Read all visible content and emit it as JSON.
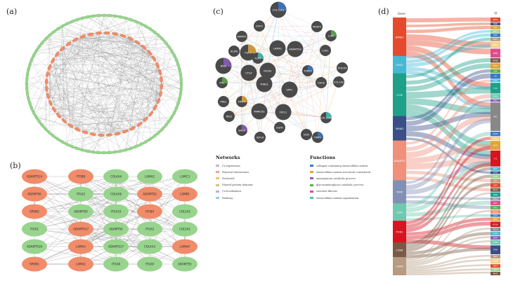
{
  "panels": {
    "a": {
      "label": "(a)"
    },
    "b": {
      "label": "(b)",
      "columns": [
        [
          "ADAMTS14",
          "ADAMTS6",
          "SPON2",
          "ITGA1",
          "ADAMTS16",
          "SPON1"
        ],
        [
          "ITGB8",
          "ITGA2",
          "ADAMTS9",
          "ADAMTS17",
          "LAMA3",
          "LAMA1"
        ],
        [
          "COL4A4",
          "COL4A6",
          "ITGA10",
          "ADAMTS4",
          "ADAMTS17",
          "ITGA8"
        ],
        [
          "LAMA2",
          "ADAMTS2",
          "ITGB4",
          "ITGA3",
          "COL4A3",
          "ITGA9"
        ],
        [
          "LAMC3",
          "LAMB1",
          "COL5A2",
          "COL5A1",
          "LAMA4",
          "ADAMTS5"
        ]
      ],
      "column_colors": [
        "#f08c69",
        "#f08c69",
        "#98d48e",
        "#f08c69",
        "#98d48e"
      ],
      "node_colors": [
        [
          "orange",
          "orange",
          "orange",
          "green",
          "green",
          "orange"
        ],
        [
          "orange",
          "green",
          "green",
          "orange",
          "orange",
          "orange"
        ],
        [
          "green",
          "green",
          "green",
          "green",
          "green",
          "green"
        ],
        [
          "green",
          "orange",
          "orange",
          "green",
          "green",
          "green"
        ],
        [
          "green",
          "orange",
          "green",
          "green",
          "orange",
          "green"
        ]
      ]
    },
    "c": {
      "label": "(c)",
      "nodes": [
        "COL11A1",
        "CDH1",
        "MFAP5",
        "LUM",
        "HMMP5",
        "ACAN",
        "FGF2",
        "LAMA1",
        "ADAMTS9",
        "FCP2",
        "CTGF",
        "LOX1",
        "NID2",
        "FBLN1",
        "POSTN",
        "THBS2",
        "CDH2",
        "COL1A2",
        "FN1",
        "THBS1",
        "SPP1",
        "MMP1",
        "MARCKS",
        "FSTL1",
        "COL12A1",
        "PREL",
        "DCN",
        "SNCA",
        "IGF1R",
        "EGFR",
        "TIMP1",
        "NID1"
      ],
      "legend_networks": {
        "title": "Networks",
        "items": [
          {
            "label": "Co-expression",
            "color": "#c6b3d8"
          },
          {
            "label": "Physical Interactions",
            "color": "#f2a48d"
          },
          {
            "label": "Predicted",
            "color": "#f2c36a"
          },
          {
            "label": "Shared protein domains",
            "color": "#d9c37f"
          },
          {
            "label": "Co-localization",
            "color": "#a7b7e0"
          },
          {
            "label": "Pathway",
            "color": "#8fd4e2"
          }
        ]
      },
      "legend_functions": {
        "title": "Functions",
        "items": [
          {
            "label": "collagen-containing extracellular matrix",
            "color": "#3b78c6"
          },
          {
            "label": "extracellular matrix structural constituent",
            "color": "#e0a43a"
          },
          {
            "label": "aminoglycan catabolic process",
            "color": "#8b5db8"
          },
          {
            "label": "glycosaminoglycan catabolic process",
            "color": "#5cad49"
          },
          {
            "label": "vascular fibrosis",
            "color": "#e04c8c"
          },
          {
            "label": "extracellular matrix organization",
            "color": "#4bbfb9"
          }
        ]
      }
    },
    "d": {
      "label": "(d)",
      "left_header": "Gene",
      "right_header": "TF",
      "left_nodes": [
        {
          "name": "BMSD",
          "color": "#e54a2c"
        },
        {
          "name": "SOX1",
          "color": "#46b8d4"
        },
        {
          "name": "CCN",
          "color": "#1fa088"
        },
        {
          "name": "SMAD",
          "color": "#3a4f87"
        },
        {
          "name": "ADAMTS",
          "color": "#f0907a"
        },
        {
          "name": "TIMP",
          "color": "#8290b5"
        },
        {
          "name": "CDH",
          "color": "#6fc9b0"
        },
        {
          "name": "TOR1",
          "color": "#d7141f"
        },
        {
          "name": "CYR6",
          "color": "#7a5a46"
        },
        {
          "name": "LAMA",
          "color": "#b69a82"
        }
      ],
      "right_nodes": [
        {
          "name": "NFB1",
          "color": "#e54a2c",
          "h": 5
        },
        {
          "name": "SNAI",
          "color": "#3a4f87",
          "h": 3
        },
        {
          "name": "SP1",
          "color": "#e0a43a",
          "h": 4
        },
        {
          "name": "RELA",
          "color": "#98d48e",
          "h": 3
        },
        {
          "name": "SOX",
          "color": "#3b78c6",
          "h": 4
        },
        {
          "name": "E2F1",
          "color": "#b69a82",
          "h": 4
        },
        {
          "name": "BRCA",
          "color": "#f5d18a",
          "h": 7
        },
        {
          "name": "CEBP",
          "color": "#e04c8c",
          "h": 10
        },
        {
          "name": "NFKB",
          "color": "#7a5a46",
          "h": 5
        },
        {
          "name": "TP53",
          "color": "#e0a43a",
          "h": 6
        },
        {
          "name": "JUN",
          "color": "#5cad49",
          "h": 4
        },
        {
          "name": "AR",
          "color": "#3b78c6",
          "h": 6
        },
        {
          "name": "ESR1",
          "color": "#46b8d4",
          "h": 3
        },
        {
          "name": "FOS",
          "color": "#1fa088",
          "h": 12
        },
        {
          "name": "EGR1",
          "color": "#6fc9b0",
          "h": 5
        },
        {
          "name": "MYC",
          "color": "#8b5db8",
          "h": 3
        },
        {
          "name": "HIF1",
          "color": "#888888",
          "h": 32
        },
        {
          "name": "STAT3",
          "color": "#3b78c6",
          "h": 5
        },
        {
          "name": "ETS1",
          "color": "#f5d18a",
          "h": 4
        },
        {
          "name": "KLF4",
          "color": "#e0a43a",
          "h": 10
        },
        {
          "name": "YY1",
          "color": "#d7141f",
          "h": 18
        },
        {
          "name": "MITF",
          "color": "#46b8d4",
          "h": 4
        },
        {
          "name": "GATA",
          "color": "#3a4f87",
          "h": 3
        },
        {
          "name": "TCF4",
          "color": "#98d48e",
          "h": 4
        },
        {
          "name": "LEF1",
          "color": "#b69a82",
          "h": 4
        },
        {
          "name": "SRF",
          "color": "#e54a2c",
          "h": 5
        },
        {
          "name": "NR3C",
          "color": "#7a5a46",
          "h": 4
        },
        {
          "name": "PPAR",
          "color": "#1fa088",
          "h": 5
        },
        {
          "name": "SMAD",
          "color": "#8290b5",
          "h": 3
        },
        {
          "name": "REL",
          "color": "#e04c8c",
          "h": 5
        },
        {
          "name": "IRF1",
          "color": "#5cad49",
          "h": 4
        },
        {
          "name": "ELK1",
          "color": "#f0907a",
          "h": 4
        },
        {
          "name": "E2F4",
          "color": "#3b78c6",
          "h": 3
        },
        {
          "name": "NFE2",
          "color": "#e0a43a",
          "h": 4
        },
        {
          "name": "EP300",
          "color": "#d7141f",
          "h": 6
        },
        {
          "name": "SOX9",
          "color": "#888888",
          "h": 4
        },
        {
          "name": "FOXO",
          "color": "#46b8d4",
          "h": 4
        },
        {
          "name": "MAX",
          "color": "#8b5db8",
          "h": 4
        },
        {
          "name": "RUNX",
          "color": "#6fc9b0",
          "h": 5
        },
        {
          "name": "TFAP",
          "color": "#3a4f87",
          "h": 10
        },
        {
          "name": "ATF2",
          "color": "#b69a82",
          "h": 4
        },
        {
          "name": "CREB",
          "color": "#f5d18a",
          "h": 5
        },
        {
          "name": "HNF4",
          "color": "#e54a2c",
          "h": 4
        },
        {
          "name": "USF1",
          "color": "#98d48e",
          "h": 3
        },
        {
          "name": "PAX5",
          "color": "#7a5a46",
          "h": 4
        }
      ]
    }
  }
}
